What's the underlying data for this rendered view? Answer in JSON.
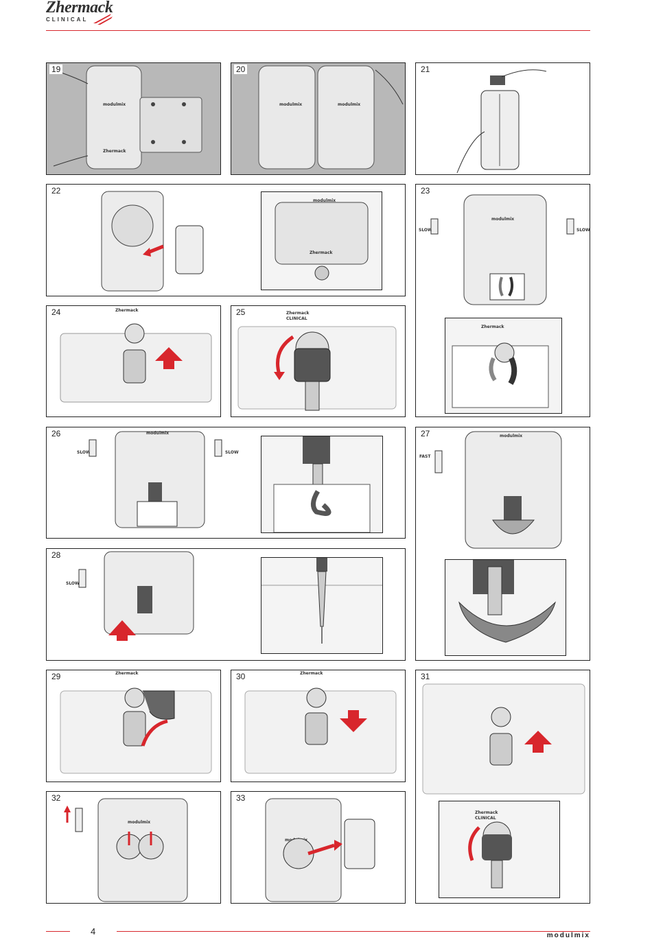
{
  "header": {
    "brand": "Zhermack",
    "brand_sub": "CLINICAL",
    "accent": "#d8262c"
  },
  "panels": [
    {
      "id": "19",
      "label": "19"
    },
    {
      "id": "20",
      "label": "20"
    },
    {
      "id": "21",
      "label": "21"
    },
    {
      "id": "22",
      "label": "22"
    },
    {
      "id": "23",
      "label": "23"
    },
    {
      "id": "24",
      "label": "24"
    },
    {
      "id": "25",
      "label": "25"
    },
    {
      "id": "26",
      "label": "26"
    },
    {
      "id": "27",
      "label": "27"
    },
    {
      "id": "28",
      "label": "28"
    },
    {
      "id": "29",
      "label": "29"
    },
    {
      "id": "30",
      "label": "30"
    },
    {
      "id": "31",
      "label": "31"
    },
    {
      "id": "32",
      "label": "32"
    },
    {
      "id": "33",
      "label": "33"
    }
  ],
  "labels": {
    "slow": "SLOW",
    "fast": "FAST",
    "device": "modulmix",
    "brand": "Zhermack",
    "brand_sub": "CLINICAL"
  },
  "footer": {
    "page_number": "4",
    "product": "modulmix"
  }
}
